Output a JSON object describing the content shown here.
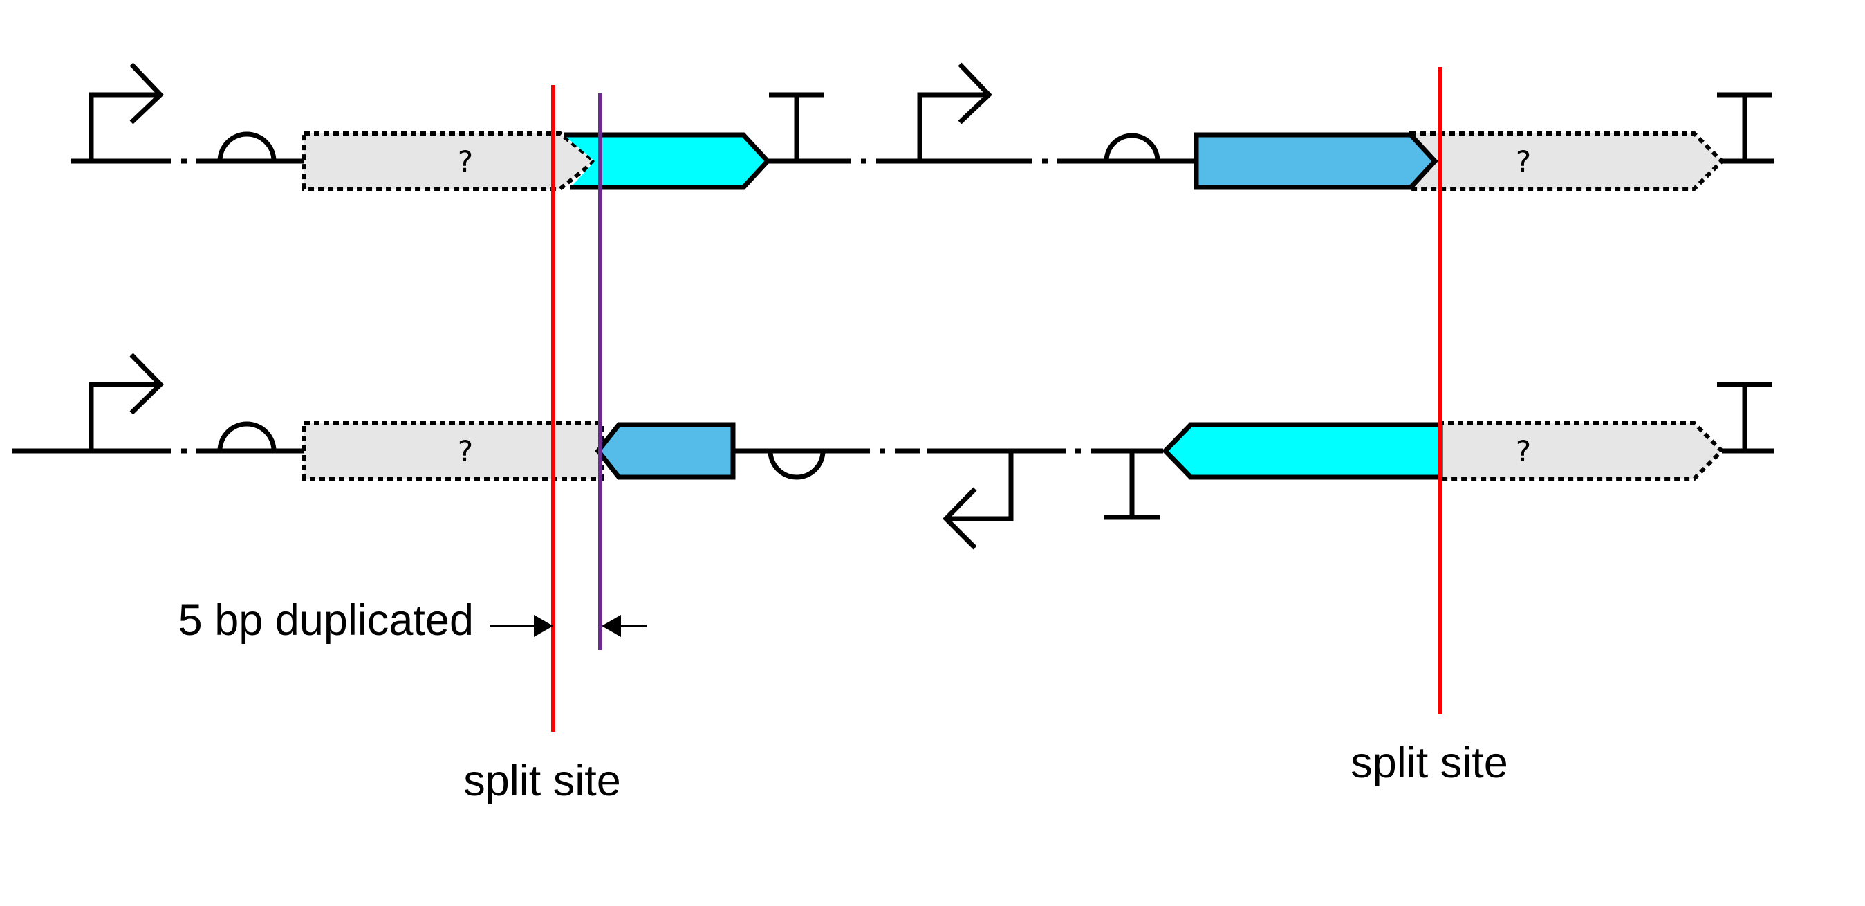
{
  "labels": {
    "duplicated": "5 bp duplicated",
    "split_site_left": "split site",
    "split_site_right": "split site",
    "unknown_1": "?",
    "unknown_2": "?",
    "unknown_3": "?",
    "unknown_4": "?"
  },
  "colors": {
    "cds_cyan": "#00FFFF",
    "cds_blue": "#55BBE8",
    "unknown_fill": "#E6E6E6",
    "split_line": "#FF0000",
    "duplication_line": "#6A2C91",
    "stroke": "#000000"
  },
  "icons": [
    "promoter-arrow-icon",
    "ribosome-binding-site-icon",
    "terminator-icon",
    "coding-sequence-icon"
  ]
}
